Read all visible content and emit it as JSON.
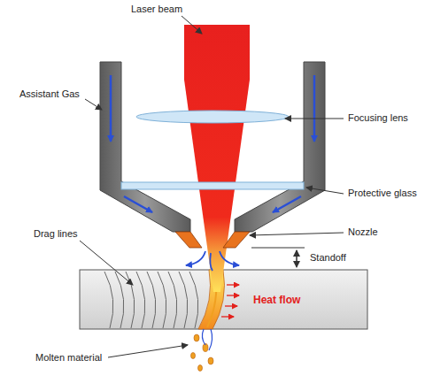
{
  "diagram": {
    "labels": [
      "Laser beam",
      "Assistant Gas",
      "Focusing lens",
      "Protective glass",
      "Nozzle",
      "Standoff",
      "Drag lines",
      "Heat flow",
      "Molten material"
    ]
  }
}
